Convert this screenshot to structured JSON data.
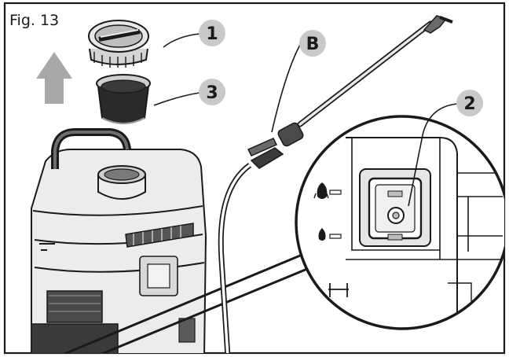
{
  "figure": {
    "label": "Fig. 13",
    "callouts": [
      {
        "id": "1",
        "text": "1"
      },
      {
        "id": "2",
        "text": "2"
      },
      {
        "id": "3",
        "text": "3"
      },
      {
        "id": "B",
        "text": "B"
      }
    ],
    "colors": {
      "callout_fill": "#c9c9c9",
      "arrow_fill": "#a8a8a8",
      "line": "#1a1a1a"
    }
  }
}
